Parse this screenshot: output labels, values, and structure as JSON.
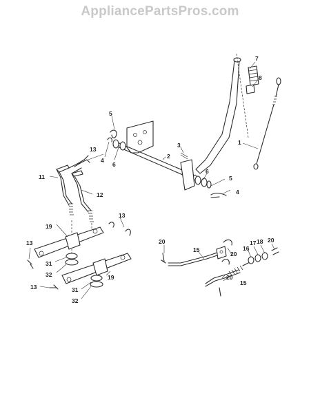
{
  "watermark": "AppliancePartsPros.com",
  "callouts": {
    "c1": "1",
    "c2": "2",
    "c3": "3",
    "c4a": "4",
    "c4b": "4",
    "c5a": "5",
    "c5b": "5",
    "c6a": "6",
    "c6b": "6",
    "c7": "7",
    "c8": "8",
    "c11": "11",
    "c12": "12",
    "c13a": "13",
    "c13b": "13",
    "c13c": "13",
    "c13d": "13",
    "c15a": "15",
    "c15b": "15",
    "c16": "16",
    "c17": "17",
    "c18": "18",
    "c19a": "19",
    "c19b": "19",
    "c20a": "20",
    "c20b": "20",
    "c20c": "20",
    "c20d": "20",
    "c31a": "31",
    "c31b": "31",
    "c32a": "32",
    "c32b": "32"
  }
}
